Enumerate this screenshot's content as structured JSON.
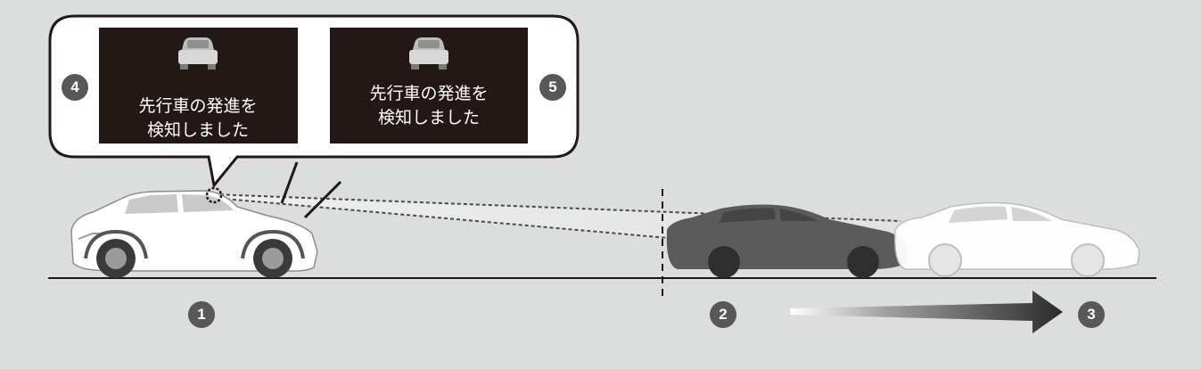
{
  "callout": {
    "screen_left": {
      "line1": "先行車の発進を",
      "line2": "検知しました",
      "icon": "lead-car-icon"
    },
    "screen_right": {
      "line1": "先行車の発進を",
      "line2": "検知しました",
      "icon": "lead-car-icon"
    }
  },
  "badges": {
    "b1": "1",
    "b2": "2",
    "b3": "3",
    "b4": "4",
    "b5": "5"
  },
  "colors": {
    "background": "#dcdddd",
    "screen": "#231815",
    "badge": "#595757",
    "arrow": "#2b2b2b"
  }
}
